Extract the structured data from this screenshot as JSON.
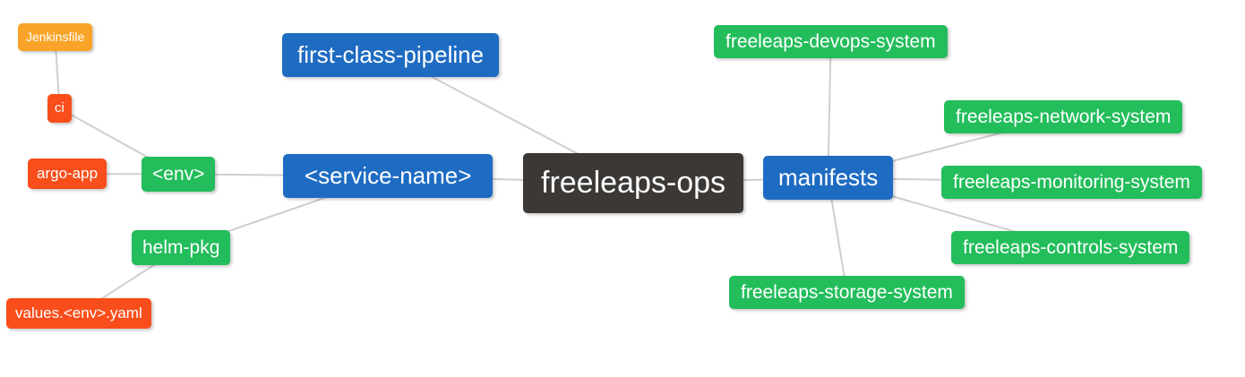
{
  "palette": {
    "blue": "#1E6BC2",
    "green": "#23BD5B",
    "orange": "#F9A428",
    "red": "#F94E1B",
    "dark": "#3B3835",
    "edge": "#CECECE",
    "node_text": "#FFFFFF",
    "background": "#FFFFFF"
  },
  "diagram": {
    "type": "mindmap",
    "root_label": "freeleaps-ops",
    "nodes": [
      {
        "id": "jenkinsfile",
        "label": "Jenkinsfile",
        "color": "orange"
      },
      {
        "id": "ci",
        "label": "ci",
        "color": "red"
      },
      {
        "id": "argo-app",
        "label": "argo-app",
        "color": "red"
      },
      {
        "id": "env",
        "label": "<env>",
        "color": "green"
      },
      {
        "id": "helm-pkg",
        "label": "helm-pkg",
        "color": "green"
      },
      {
        "id": "values-env-yaml",
        "label": "values.<env>.yaml",
        "color": "red"
      },
      {
        "id": "first-class-pipeline",
        "label": "first-class-pipeline",
        "color": "blue"
      },
      {
        "id": "service-name",
        "label": "<service-name>",
        "color": "blue"
      },
      {
        "id": "freeleaps-ops",
        "label": "freeleaps-ops",
        "color": "dark"
      },
      {
        "id": "manifests",
        "label": "manifests",
        "color": "blue"
      },
      {
        "id": "freeleaps-devops-system",
        "label": "freeleaps-devops-system",
        "color": "green"
      },
      {
        "id": "freeleaps-network-system",
        "label": "freeleaps-network-system",
        "color": "green"
      },
      {
        "id": "freeleaps-monitoring-system",
        "label": "freeleaps-monitoring-system",
        "color": "green"
      },
      {
        "id": "freeleaps-controls-system",
        "label": "freeleaps-controls-system",
        "color": "green"
      },
      {
        "id": "freeleaps-storage-system",
        "label": "freeleaps-storage-system",
        "color": "green"
      }
    ],
    "edges": [
      {
        "from": "jenkinsfile",
        "to": "ci"
      },
      {
        "from": "ci",
        "to": "env"
      },
      {
        "from": "argo-app",
        "to": "env"
      },
      {
        "from": "env",
        "to": "service-name"
      },
      {
        "from": "values-env-yaml",
        "to": "helm-pkg"
      },
      {
        "from": "helm-pkg",
        "to": "service-name"
      },
      {
        "from": "first-class-pipeline",
        "to": "freeleaps-ops"
      },
      {
        "from": "service-name",
        "to": "freeleaps-ops"
      },
      {
        "from": "freeleaps-ops",
        "to": "manifests"
      },
      {
        "from": "manifests",
        "to": "freeleaps-devops-system"
      },
      {
        "from": "manifests",
        "to": "freeleaps-network-system"
      },
      {
        "from": "manifests",
        "to": "freeleaps-monitoring-system"
      },
      {
        "from": "manifests",
        "to": "freeleaps-controls-system"
      },
      {
        "from": "manifests",
        "to": "freeleaps-storage-system"
      }
    ]
  }
}
